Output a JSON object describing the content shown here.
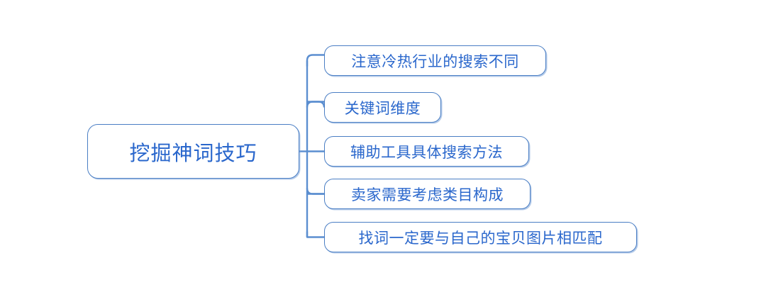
{
  "diagram": {
    "type": "mind-map",
    "title": "挖掘神词技巧",
    "background_color": "#ffffff",
    "node_border_color": "#4a7ec4",
    "node_text_color": "#2a67cc",
    "connector_color": "#5b8ed0",
    "root": {
      "label": "挖掘神词技巧"
    },
    "branches": [
      {
        "label": "注意冷热行业的搜索不同"
      },
      {
        "label": "关键词维度"
      },
      {
        "label": "辅助工具具体搜索方法"
      },
      {
        "label": "卖家需要考虑类目构成"
      },
      {
        "label": "找词一定要与自己的宝贝图片相匹配"
      }
    ]
  }
}
